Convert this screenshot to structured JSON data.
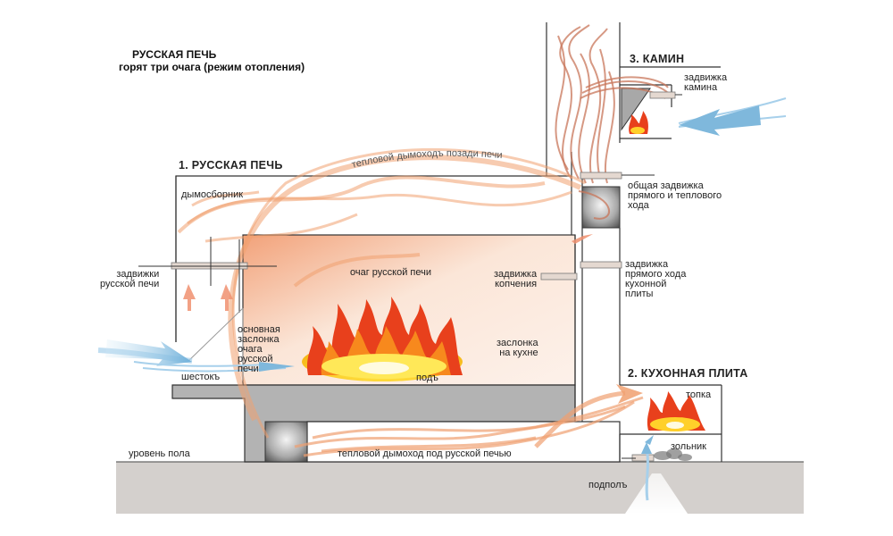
{
  "title": {
    "main": "РУССКАЯ ПЕЧЬ",
    "subtitle": "горят три очага (режим отопления)"
  },
  "sections": {
    "russian_stove": "1. РУССКАЯ ПЕЧЬ",
    "kitchen_stove": "2. КУХОННАЯ ПЛИТА",
    "fireplace": "3. КАМИН"
  },
  "labels": {
    "smoke_collector": "дымосборник",
    "heat_flue_behind": "тепловой дымоходъ позади печи",
    "stove_dampers": "задвижки\nрусской печи",
    "main_shutter": "основная\nзаслонка\nочага\nрусской\nпечи",
    "shestok": "шестокъ",
    "hearth": "очаг русской печи",
    "under": "подъ",
    "smoking_damper": "задвижка\nкопчения",
    "kitchen_shutter": "заслонка\nна кухне",
    "fireplace_damper": "задвижка\nкамина",
    "common_damper": "общая задвижка\nпрямого и теплового\nхода",
    "direct_damper": "задвижка\nпрямого хода\nкухонной\nплиты",
    "firebox": "топка",
    "ashpit": "зольник",
    "floor_level": "уровень пола",
    "heat_flue_under": "тепловой дымоход под русской печью",
    "underfloor": "подполъ"
  },
  "colors": {
    "wall_line": "#333333",
    "masonry_gray": "#b3b3b3",
    "floor_gray": "#d4d0cd",
    "hot_gas": "#f0a070",
    "smoke_brown": "#c8765a",
    "cold_air": "#7fb8dc",
    "flame_red": "#e8401c",
    "flame_yellow": "#ffd02a",
    "damper_fill": "#e4d8d0"
  }
}
